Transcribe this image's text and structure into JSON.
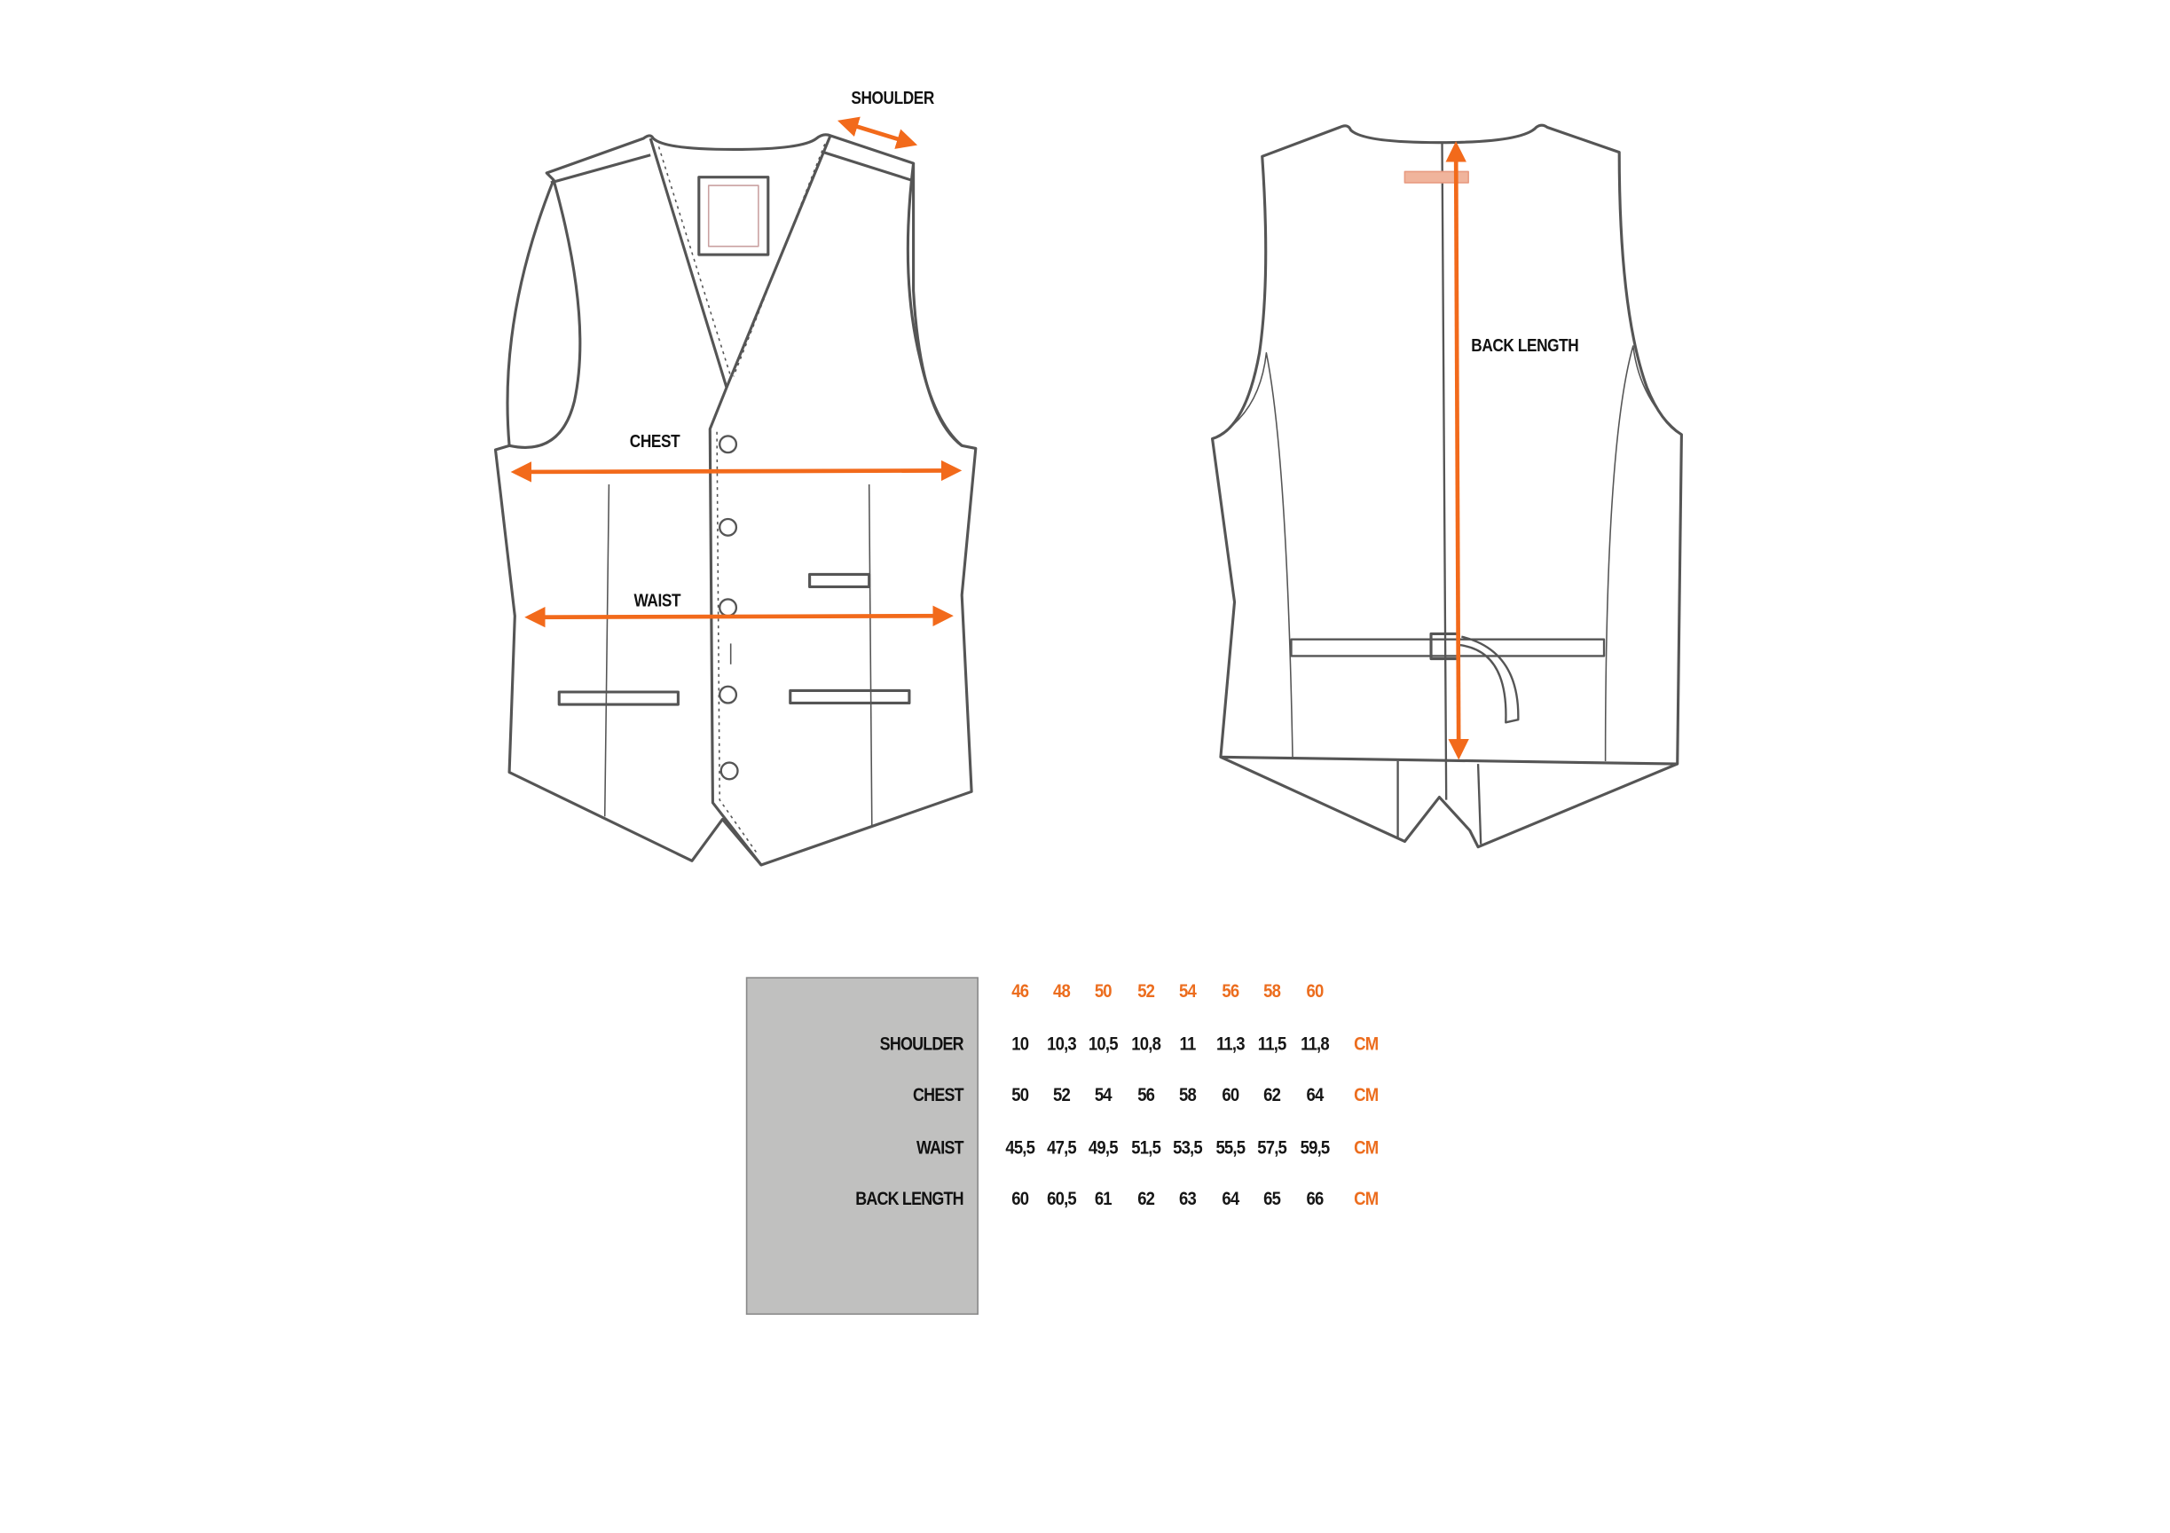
{
  "diagram": {
    "labels": {
      "shoulder": "SHOULDER",
      "chest": "CHEST",
      "waist": "WAIST",
      "back_length": "BACK LENGTH"
    },
    "accent_color": "#f26a1b"
  },
  "size_table": {
    "sizes": [
      "46",
      "48",
      "50",
      "52",
      "54",
      "56",
      "58",
      "60"
    ],
    "unit": "CM",
    "rows": [
      {
        "label": "SHOULDER",
        "values": [
          "10",
          "10,3",
          "10,5",
          "10,8",
          "11",
          "11,3",
          "11,5",
          "11,8"
        ]
      },
      {
        "label": "CHEST",
        "values": [
          "50",
          "52",
          "54",
          "56",
          "58",
          "60",
          "62",
          "64"
        ]
      },
      {
        "label": "WAIST",
        "values": [
          "45,5",
          "47,5",
          "49,5",
          "51,5",
          "53,5",
          "55,5",
          "57,5",
          "59,5"
        ]
      },
      {
        "label": "BACK LENGTH",
        "values": [
          "60",
          "60,5",
          "61",
          "62",
          "63",
          "64",
          "65",
          "66"
        ]
      }
    ]
  }
}
